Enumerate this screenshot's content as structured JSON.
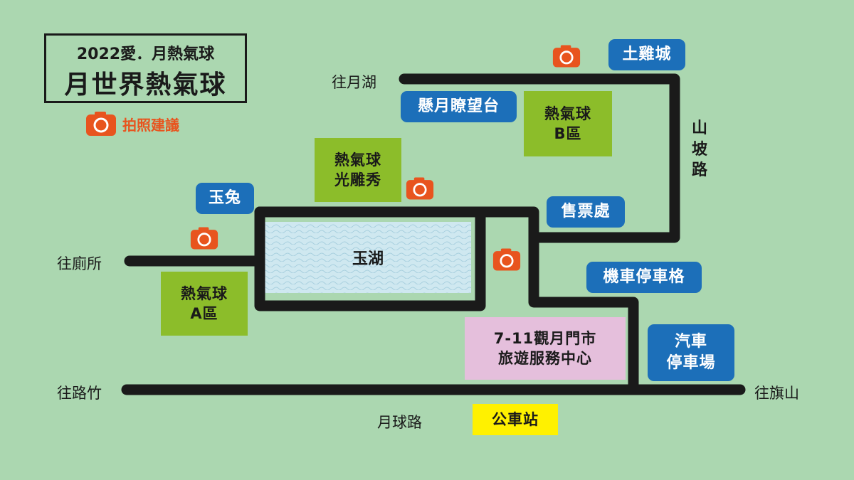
{
  "title": {
    "line1": "2022愛．月熱氣球",
    "line2": "月世界熱氣球"
  },
  "legend": {
    "icon": "camera-icon",
    "label": "拍照建議"
  },
  "colors": {
    "background": "#abd7b0",
    "road": "#1a1a1a",
    "blue_box": "#1c6fb9",
    "green_box": "#8cbd2a",
    "pink_box": "#e5bfdc",
    "yellow_box": "#fff100",
    "camera": "#e8541e",
    "lake": "#cfe8f0"
  },
  "roads": {
    "to_moon_lake": "往月湖",
    "to_toilet": "往廁所",
    "to_luzhu": "往路竹",
    "to_qishan": "往旗山",
    "yueqiu_road": "月球路",
    "slope_road": [
      "山",
      "坡",
      "路"
    ]
  },
  "places": {
    "tu_ji_cheng": "土雞城",
    "xuan_yue_platform": "懸月瞭望台",
    "yu_tu": "玉兔",
    "ticket_office": "售票處",
    "scooter_parking": "機車停車格",
    "car_parking": [
      "汽車",
      "停車場"
    ],
    "balloon_b": [
      "熱氣球",
      "B區"
    ],
    "balloon_show": [
      "熱氣球",
      "光雕秀"
    ],
    "balloon_a": [
      "熱氣球",
      "A區"
    ],
    "visitor_center": [
      "7-11觀月門市",
      "旅遊服務中心"
    ],
    "bus_stop": "公車站",
    "lake": "玉湖"
  }
}
